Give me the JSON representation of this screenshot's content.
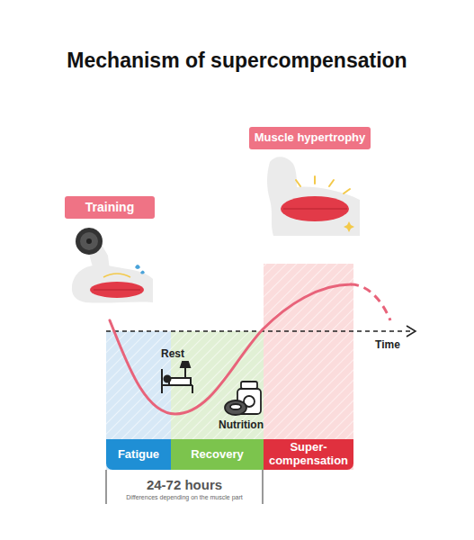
{
  "diagram": {
    "title": "Mechanism of supercompensation",
    "nodes": [
      {
        "text": [
          "Muscle hypertrophy"
        ]
      },
      {
        "text": [
          "Training"
        ]
      },
      {
        "text": [
          "Fatigue"
        ]
      },
      {
        "text": [
          "Recovery"
        ]
      },
      {
        "text": [
          "Super- compensation"
        ]
      }
    ],
    "labels": [
      "Rest",
      "Nutrition",
      "Time",
      "24-72 hours",
      "Differences depending on the muscle part"
    ]
  }
}
